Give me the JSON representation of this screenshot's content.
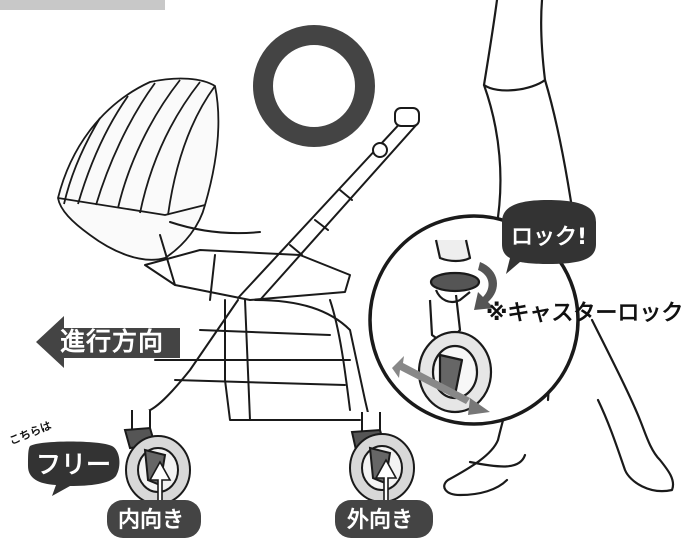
{
  "colors": {
    "ink": "#1a1a1a",
    "dark_fill": "#4b4b4b",
    "badge_fill": "#333333",
    "ok_ring": "#444444",
    "paper": "#ffffff"
  },
  "icons": {
    "ok_mark": "circle-ok-icon",
    "direction_arrow": "left-arrow-icon",
    "rotate_arrow": "rotation-arrow-icon",
    "pointer_arrow": "up-arrow-icon",
    "speech_bubble": "speech-bubble-icon"
  },
  "labels": {
    "direction": "進行方向",
    "lock": "ロック!",
    "caster_lock": "※キャスターロック",
    "free_small": "こちらは",
    "free": "フリー",
    "inward": "内向き",
    "outward": "外向き"
  }
}
